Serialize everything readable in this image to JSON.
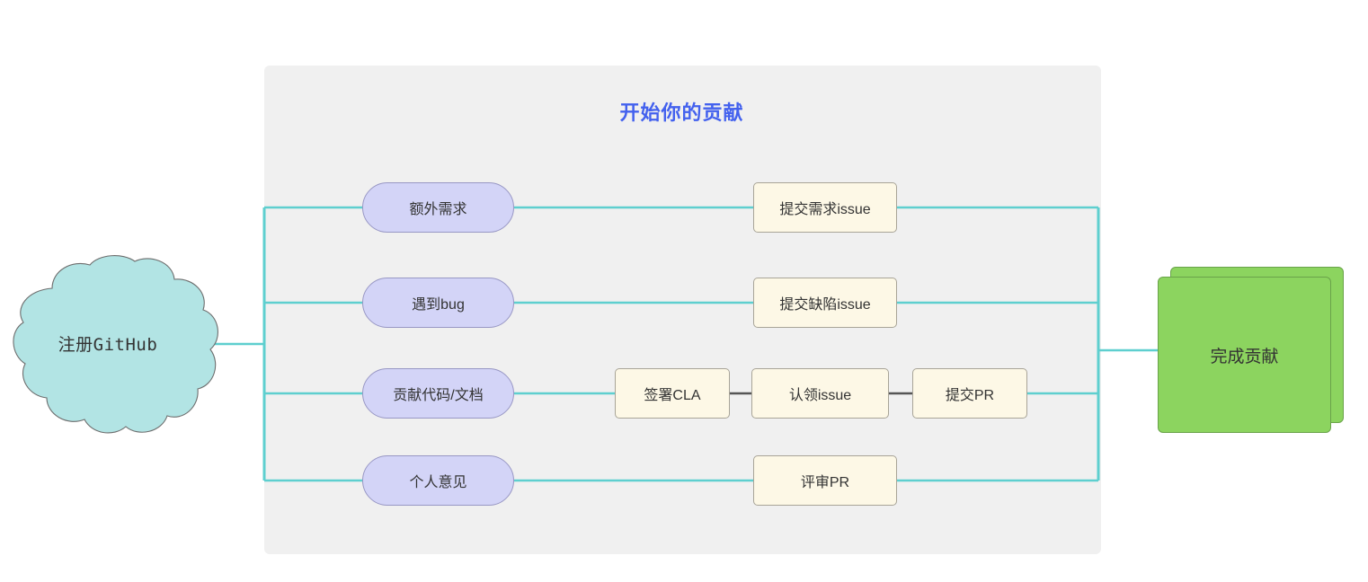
{
  "diagram": {
    "start_node": {
      "label": "注册GitHub",
      "shape": "cloud",
      "color": "#b2e4e4"
    },
    "subgraph": {
      "title": "开始你的贡献",
      "title_color": "#4361ee",
      "background": "#f0f0f0"
    },
    "end_node": {
      "label": "完成贡献",
      "shape": "stacked-rect",
      "color": "#8cd45f"
    },
    "branches": [
      {
        "trigger": {
          "label": "额外需求",
          "shape": "stadium",
          "color": "#d3d4f7"
        },
        "steps": [
          {
            "label": "提交需求issue",
            "shape": "rect",
            "color": "#fdf8e6"
          }
        ]
      },
      {
        "trigger": {
          "label": "遇到bug",
          "shape": "stadium",
          "color": "#d3d4f7"
        },
        "steps": [
          {
            "label": "提交缺陷issue",
            "shape": "rect",
            "color": "#fdf8e6"
          }
        ]
      },
      {
        "trigger": {
          "label": "贡献代码/文档",
          "shape": "stadium",
          "color": "#d3d4f7"
        },
        "steps": [
          {
            "label": "签署CLA",
            "shape": "rect",
            "color": "#fdf8e6"
          },
          {
            "label": "认领issue",
            "shape": "rect",
            "color": "#fdf8e6"
          },
          {
            "label": "提交PR",
            "shape": "rect",
            "color": "#fdf8e6"
          }
        ]
      },
      {
        "trigger": {
          "label": "个人意见",
          "shape": "stadium",
          "color": "#d3d4f7"
        },
        "steps": [
          {
            "label": "评审PR",
            "shape": "rect",
            "color": "#fdf8e6"
          }
        ]
      }
    ],
    "edges": {
      "flow_color": "#5ecfcf",
      "chain_color": "#555555"
    }
  }
}
